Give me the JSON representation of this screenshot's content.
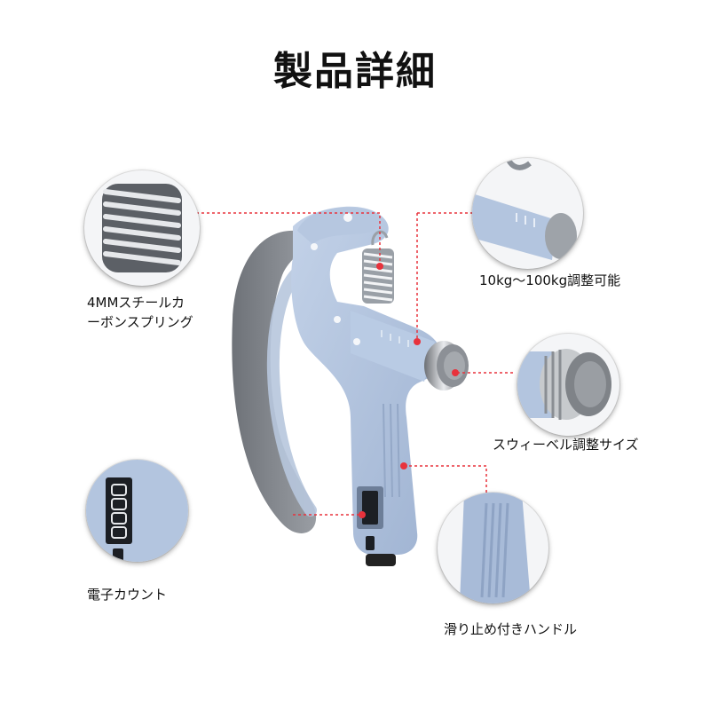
{
  "title": "製品詳細",
  "features": {
    "spring": {
      "line1": "4MMスチールカ",
      "line2": "ーボンスプリング"
    },
    "adjust": {
      "label": "10kg～100kg調整可能"
    },
    "swivel": {
      "label": "スウィーベル調整サイズ"
    },
    "counter": {
      "label": "電子カウント"
    },
    "handle": {
      "label": "滑り止め付きハンドル"
    }
  },
  "colors": {
    "body": "#a9bcd8",
    "grip": "#7f8389",
    "accent": "#e8323c",
    "text": "#111111"
  },
  "counter_display": "0000"
}
